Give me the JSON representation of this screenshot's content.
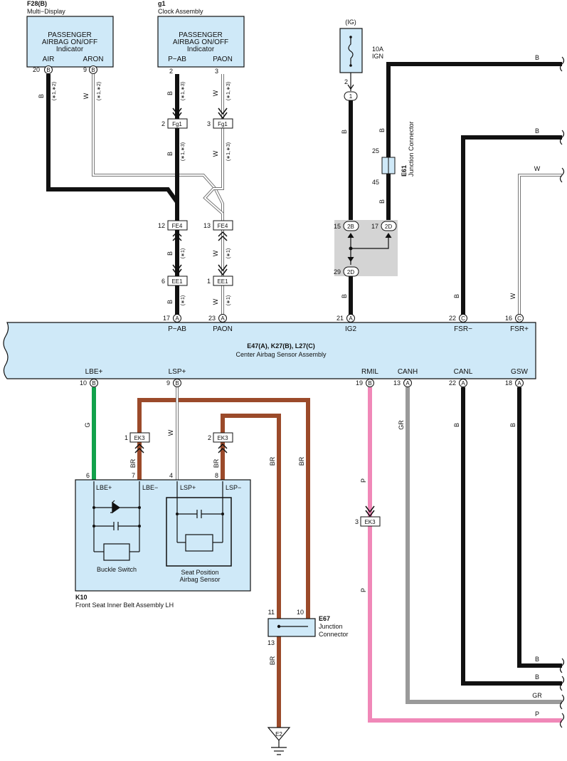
{
  "colors": {
    "component_fill": "#cfe9f8",
    "black_wire": "#111111",
    "brown_wire": "#9b4a2a",
    "green_wire": "#12a14b",
    "pink_wire": "#f088b8",
    "gray_wire": "#9a9a9a",
    "relay_block": "#d4d4d4"
  },
  "components": {
    "f28": {
      "code": "F28(B)",
      "name": "Multi−Display",
      "label1": "PASSENGER",
      "label2": "AIRBAG ON/OFF",
      "label3": "Indicator",
      "pin_air_name": "AIR",
      "pin_aron_name": "ARON",
      "pin_air_num": "20",
      "pin_aron_num": "9",
      "conn": "B"
    },
    "g1": {
      "code": "g1",
      "name": "Clock Assembly",
      "label1": "PASSENGER",
      "label2": "AIRBAG ON/OFF",
      "label3": "Indicator",
      "pin_pab_name": "P−AB",
      "pin_paon_name": "PAON",
      "pin_pab_num": "2",
      "pin_paon_num": "3"
    },
    "fuse": {
      "source": "(IG)",
      "rating": "10A",
      "name": "IGN",
      "pin_num": "2",
      "conn": "1"
    },
    "e61": {
      "code": "E61",
      "name": "Junction Connector",
      "pin_top": "25",
      "pin_bottom": "45"
    },
    "e47": {
      "code": "E47(A), K27(B), L27(C)",
      "name": "Center Airbag Sensor Assembly",
      "top_pins": [
        {
          "num": "17",
          "conn": "A",
          "name": "P−AB"
        },
        {
          "num": "23",
          "conn": "A",
          "name": "PAON"
        },
        {
          "num": "21",
          "conn": "A",
          "name": "IG2"
        },
        {
          "num": "22",
          "conn": "C",
          "name": "FSR−"
        },
        {
          "num": "16",
          "conn": "C",
          "name": "FSR+"
        }
      ],
      "bottom_pins": [
        {
          "num": "10",
          "conn": "B",
          "name": "LBE+"
        },
        {
          "num": "9",
          "conn": "B",
          "name": "LSP+"
        },
        {
          "num": "19",
          "conn": "B",
          "name": "RMIL"
        },
        {
          "num": "13",
          "conn": "A",
          "name": "CANH"
        },
        {
          "num": "22",
          "conn": "A",
          "name": "CANL"
        },
        {
          "num": "18",
          "conn": "A",
          "name": "GSW"
        }
      ]
    },
    "k10": {
      "code": "K10",
      "name": "Front Seat Inner Belt Assembly LH",
      "pin_lbep_num": "6",
      "pin_lbem_num": "7",
      "pin_lspp_num": "4",
      "pin_lspm_num": "8",
      "pin_lbep_name": "LBE+",
      "pin_lbem_name": "LBE−",
      "pin_lspp_name": "LSP+",
      "pin_lspm_name": "LSP−",
      "buckle_switch": "Buckle Switch",
      "seat_sensor_1": "Seat Position",
      "seat_sensor_2": "Airbag Sensor"
    },
    "e67": {
      "code": "E67",
      "name1": "Junction",
      "name2": "Connector",
      "pin_11": "11",
      "pin_10": "10",
      "pin_13": "13"
    },
    "ground": {
      "label": "E2"
    }
  },
  "connectors": {
    "fg1_a": {
      "pin": "2",
      "name": "Fg1"
    },
    "fg1_b": {
      "pin": "3",
      "name": "Fg1"
    },
    "fe4_a": {
      "pin": "12",
      "name": "FE4"
    },
    "fe4_b": {
      "pin": "13",
      "name": "FE4"
    },
    "ee1_a": {
      "pin": "6",
      "name": "EE1"
    },
    "ee1_b": {
      "pin": "1",
      "name": "EE1"
    },
    "ek3_a": {
      "pin": "1",
      "name": "EK3"
    },
    "ek3_b": {
      "pin": "2",
      "name": "EK3"
    },
    "ek3_c": {
      "pin": "3",
      "name": "EK3"
    },
    "relay_2b": {
      "pin": "15",
      "name": "2B"
    },
    "relay_2d_top": {
      "pin": "17",
      "name": "2D"
    },
    "relay_2d_bot": {
      "pin": "29",
      "name": "2D"
    }
  },
  "wire_colors": {
    "b": "B",
    "w": "W",
    "g": "G",
    "br": "BR",
    "p": "P",
    "gr": "GR"
  },
  "notes": {
    "n12": "(∗1,∗2)",
    "n13": "(∗1,∗3)",
    "n1": "(∗1)"
  }
}
